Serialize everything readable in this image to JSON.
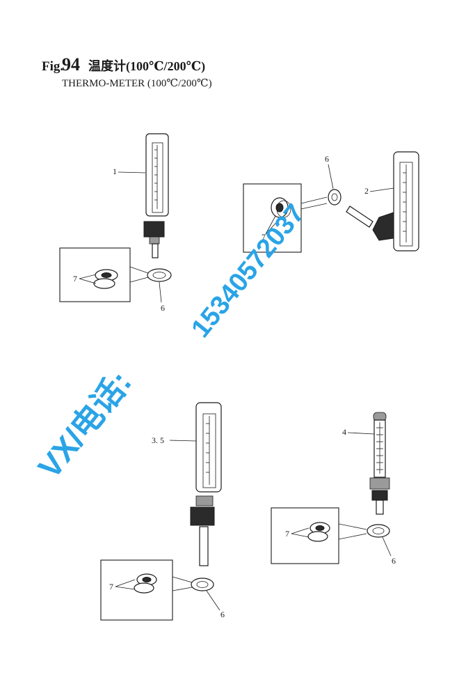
{
  "header": {
    "fig_prefix": "Fig.",
    "fig_number": "94",
    "title_cn": "温度计(100℃/200℃)",
    "title_en": "THERMO-METER (100℃/200℃)"
  },
  "callouts": {
    "c1": "1",
    "c2": "2",
    "c35": "3. 5",
    "c4": "4",
    "c6a": "6",
    "c6b": "6",
    "c6c": "6",
    "c6d": "6",
    "c7a": "7",
    "c7b": "7",
    "c7c": "7",
    "c7d": "7"
  },
  "watermark": {
    "phone": "15340572037",
    "contact": "VX/电话:"
  }
}
